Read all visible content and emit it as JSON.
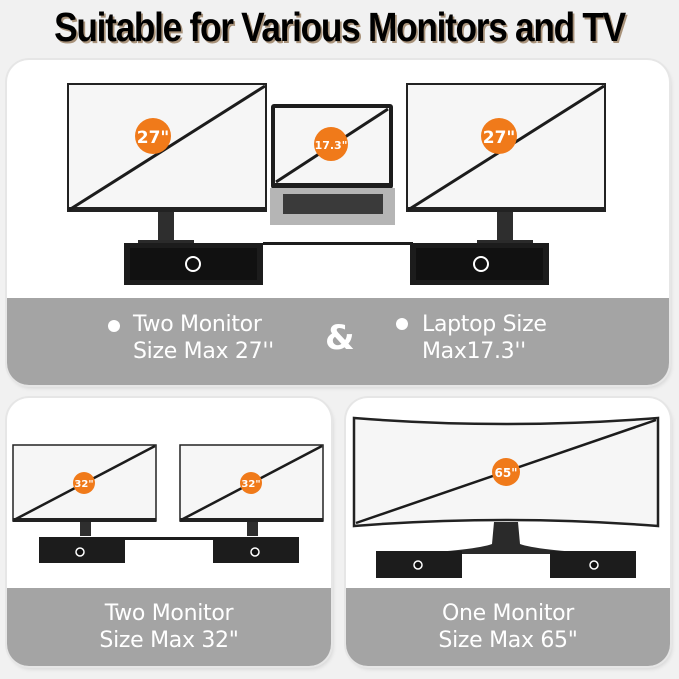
{
  "title": "Suitable for Various Monitors and TV",
  "colors": {
    "badge_orange": "#f07a1a",
    "band_gray": "#a4a4a4",
    "stand_black": "#1c1c1c",
    "screen_fill": "#f6f6f6"
  },
  "top_panel": {
    "badges": [
      "27\"",
      "17.3\"",
      "27\""
    ],
    "left_feature": {
      "line1": "Two Monitor",
      "line2": "Size Max 27''"
    },
    "separator": "&",
    "right_feature": {
      "line1": "Laptop Size",
      "line2": "Max17.3''"
    }
  },
  "bottom_left_panel": {
    "badges": [
      "32\"",
      "32\""
    ],
    "line1": "Two Monitor",
    "line2": "Size Max 32\""
  },
  "bottom_right_panel": {
    "badges": [
      "65\""
    ],
    "line1": "One Monitor",
    "line2": "Size Max 65\""
  }
}
